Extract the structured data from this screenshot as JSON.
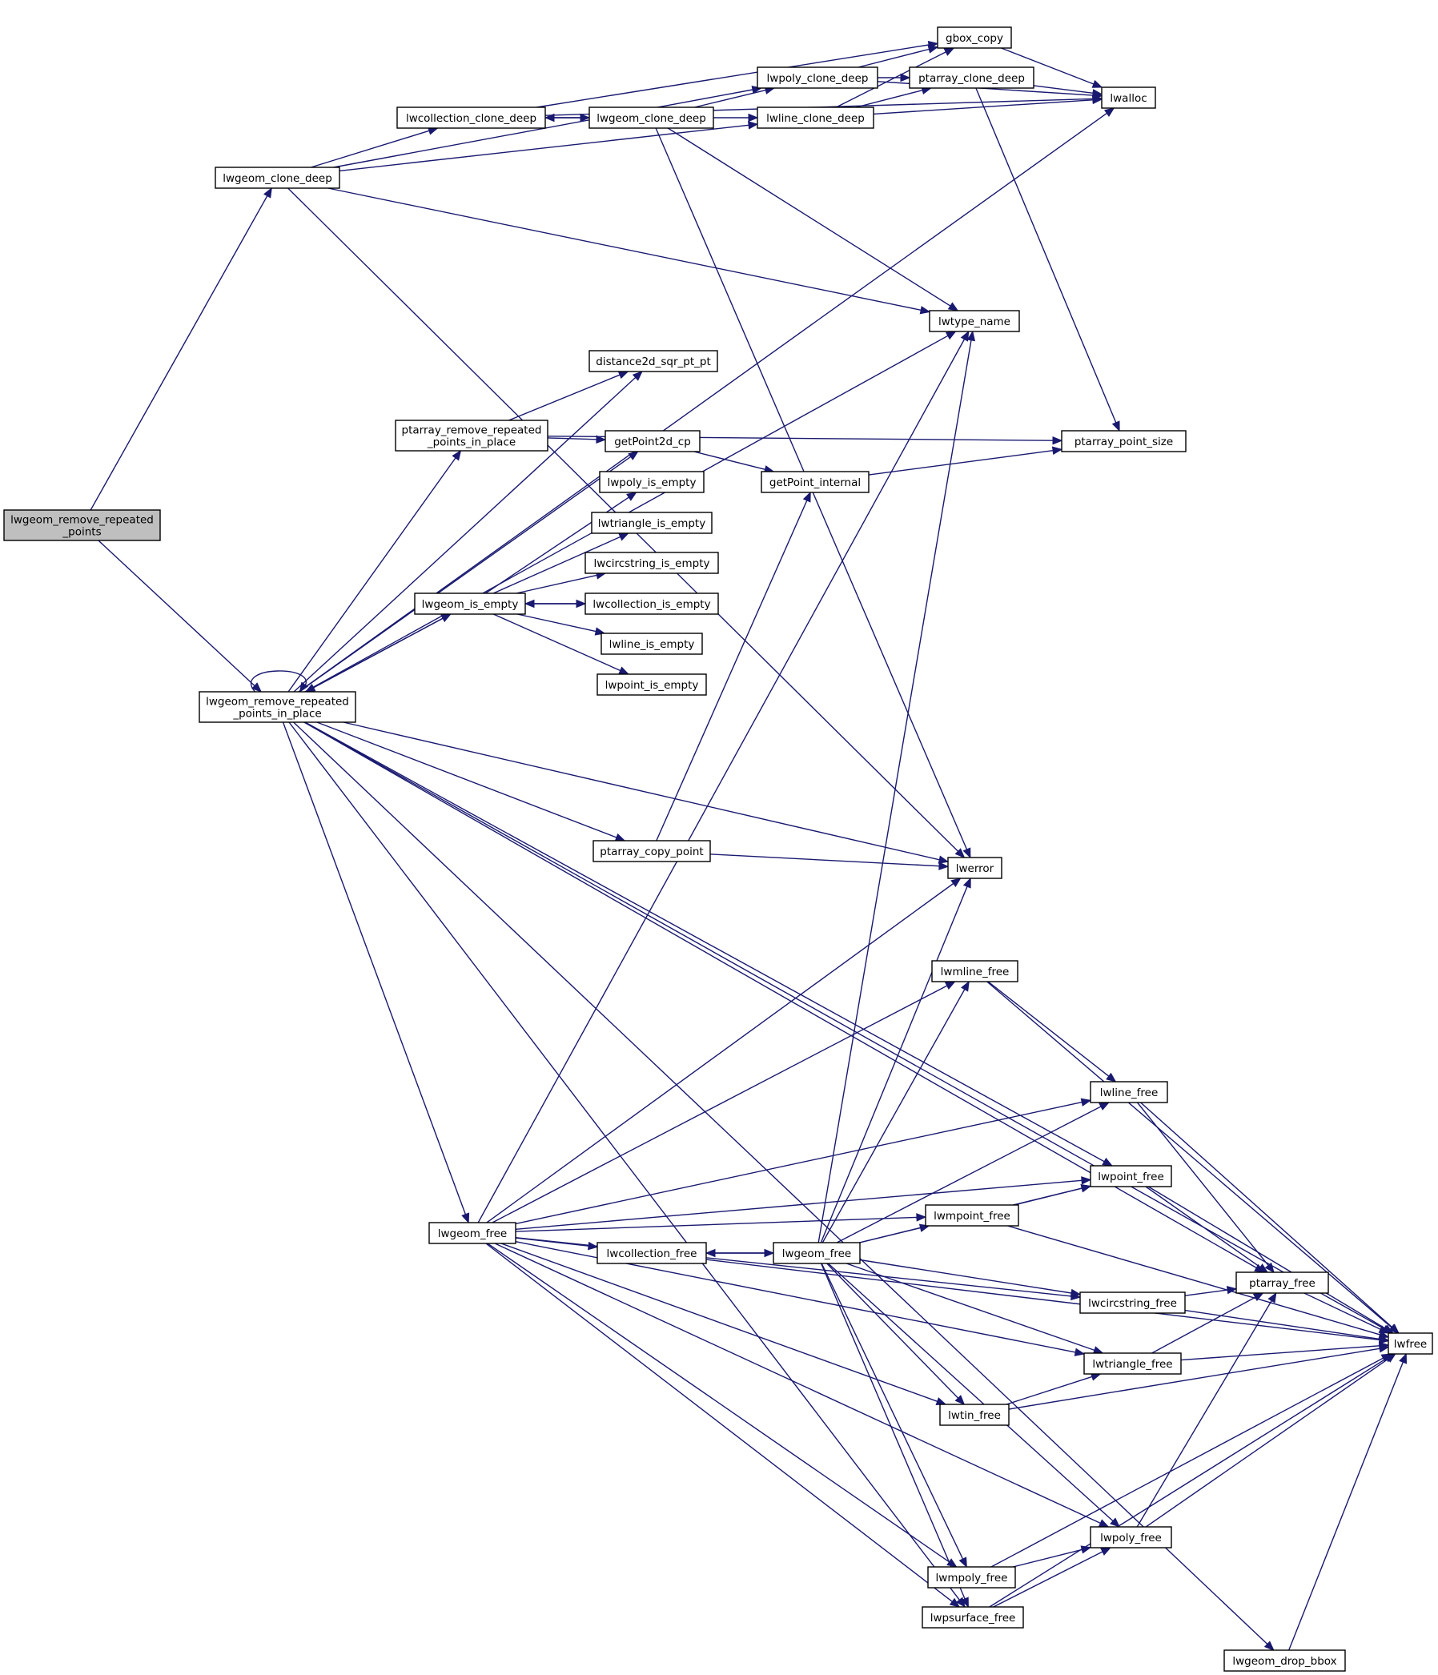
{
  "nodes": [
    {
      "id": "root",
      "lines": [
        "lwgeom_remove_repeated",
        "_points"
      ],
      "root": true
    },
    {
      "id": "clone_deep",
      "lines": [
        "lwgeom_clone_deep"
      ]
    },
    {
      "id": "rrp_in_place",
      "lines": [
        "lwgeom_remove_repeated",
        "_points_in_place"
      ]
    },
    {
      "id": "lwcoll_clone",
      "lines": [
        "lwcollection_clone_deep"
      ]
    },
    {
      "id": "lwgeom_clone2",
      "lines": [
        "lwgeom_clone_deep"
      ]
    },
    {
      "id": "lwpoly_clone",
      "lines": [
        "lwpoly_clone_deep"
      ]
    },
    {
      "id": "lwline_clone",
      "lines": [
        "lwline_clone_deep"
      ]
    },
    {
      "id": "gbox_copy",
      "lines": [
        "gbox_copy"
      ]
    },
    {
      "id": "ptarray_clone",
      "lines": [
        "ptarray_clone_deep"
      ]
    },
    {
      "id": "lwalloc",
      "lines": [
        "lwalloc"
      ]
    },
    {
      "id": "lwtype_name",
      "lines": [
        "lwtype_name"
      ]
    },
    {
      "id": "dist2d",
      "lines": [
        "distance2d_sqr_pt_pt"
      ]
    },
    {
      "id": "pa_rrp",
      "lines": [
        "ptarray_remove_repeated",
        "_points_in_place"
      ]
    },
    {
      "id": "getpt2d",
      "lines": [
        "getPoint2d_cp"
      ]
    },
    {
      "id": "pa_point_size",
      "lines": [
        "ptarray_point_size"
      ]
    },
    {
      "id": "getpt_int",
      "lines": [
        "getPoint_internal"
      ]
    },
    {
      "id": "lwpoly_empty",
      "lines": [
        "lwpoly_is_empty"
      ]
    },
    {
      "id": "lwtri_empty",
      "lines": [
        "lwtriangle_is_empty"
      ]
    },
    {
      "id": "lwcirc_empty",
      "lines": [
        "lwcircstring_is_empty"
      ]
    },
    {
      "id": "lwgeom_empty",
      "lines": [
        "lwgeom_is_empty"
      ]
    },
    {
      "id": "lwcoll_empty",
      "lines": [
        "lwcollection_is_empty"
      ]
    },
    {
      "id": "lwline_empty",
      "lines": [
        "lwline_is_empty"
      ]
    },
    {
      "id": "lwpoint_empty",
      "lines": [
        "lwpoint_is_empty"
      ]
    },
    {
      "id": "pa_copy_point",
      "lines": [
        "ptarray_copy_point"
      ]
    },
    {
      "id": "lwerror",
      "lines": [
        "lwerror"
      ]
    },
    {
      "id": "lwmline_free",
      "lines": [
        "lwmline_free"
      ]
    },
    {
      "id": "lwline_free",
      "lines": [
        "lwline_free"
      ]
    },
    {
      "id": "lwpoint_free",
      "lines": [
        "lwpoint_free"
      ]
    },
    {
      "id": "lwgeom_free1",
      "lines": [
        "lwgeom_free"
      ]
    },
    {
      "id": "lwmpoint_free",
      "lines": [
        "lwmpoint_free"
      ]
    },
    {
      "id": "lwcoll_free",
      "lines": [
        "lwcollection_free"
      ]
    },
    {
      "id": "lwgeom_free2",
      "lines": [
        "lwgeom_free"
      ]
    },
    {
      "id": "ptarray_free",
      "lines": [
        "ptarray_free"
      ]
    },
    {
      "id": "lwcirc_free",
      "lines": [
        "lwcircstring_free"
      ]
    },
    {
      "id": "lwfree",
      "lines": [
        "lwfree"
      ]
    },
    {
      "id": "lwtri_free",
      "lines": [
        "lwtriangle_free"
      ]
    },
    {
      "id": "lwtin_free",
      "lines": [
        "lwtin_free"
      ]
    },
    {
      "id": "lwpoly_free",
      "lines": [
        "lwpoly_free"
      ]
    },
    {
      "id": "lwmpoly_free",
      "lines": [
        "lwmpoly_free"
      ]
    },
    {
      "id": "lwpsurf_free",
      "lines": [
        "lwpsurface_free"
      ]
    },
    {
      "id": "drop_bbox",
      "lines": [
        "lwgeom_drop_bbox"
      ]
    }
  ],
  "edges": [
    [
      "root",
      "clone_deep"
    ],
    [
      "root",
      "rrp_in_place"
    ],
    [
      "clone_deep",
      "lwcoll_clone"
    ],
    [
      "clone_deep",
      "lwpoly_clone"
    ],
    [
      "clone_deep",
      "lwline_clone"
    ],
    [
      "clone_deep",
      "lwtype_name"
    ],
    [
      "clone_deep",
      "lwerror"
    ],
    [
      "lwcoll_clone",
      "lwgeom_clone2"
    ],
    [
      "lwcoll_clone",
      "gbox_copy"
    ],
    [
      "lwcoll_clone",
      "lwalloc"
    ],
    [
      "lwgeom_clone2",
      "lwcoll_clone"
    ],
    [
      "lwgeom_clone2",
      "lwpoly_clone"
    ],
    [
      "lwgeom_clone2",
      "lwline_clone"
    ],
    [
      "lwgeom_clone2",
      "lwtype_name"
    ],
    [
      "lwgeom_clone2",
      "lwerror"
    ],
    [
      "lwpoly_clone",
      "gbox_copy"
    ],
    [
      "lwpoly_clone",
      "ptarray_clone"
    ],
    [
      "lwpoly_clone",
      "lwalloc"
    ],
    [
      "lwline_clone",
      "gbox_copy"
    ],
    [
      "lwline_clone",
      "ptarray_clone"
    ],
    [
      "lwline_clone",
      "lwalloc"
    ],
    [
      "gbox_copy",
      "lwalloc"
    ],
    [
      "ptarray_clone",
      "lwalloc"
    ],
    [
      "ptarray_clone",
      "pa_point_size"
    ],
    [
      "rrp_in_place",
      "rrp_in_place"
    ],
    [
      "rrp_in_place",
      "lwalloc"
    ],
    [
      "rrp_in_place",
      "lwtype_name"
    ],
    [
      "rrp_in_place",
      "dist2d"
    ],
    [
      "rrp_in_place",
      "pa_rrp"
    ],
    [
      "rrp_in_place",
      "getpt2d"
    ],
    [
      "rrp_in_place",
      "lwgeom_empty"
    ],
    [
      "rrp_in_place",
      "lwfree"
    ],
    [
      "rrp_in_place",
      "pa_copy_point"
    ],
    [
      "rrp_in_place",
      "lwerror"
    ],
    [
      "rrp_in_place",
      "ptarray_free"
    ],
    [
      "rrp_in_place",
      "lwpoint_free"
    ],
    [
      "rrp_in_place",
      "lwgeom_free1"
    ],
    [
      "rrp_in_place",
      "lwpsurf_free"
    ],
    [
      "rrp_in_place",
      "drop_bbox"
    ],
    [
      "pa_rrp",
      "dist2d"
    ],
    [
      "pa_rrp",
      "getpt2d"
    ],
    [
      "pa_rrp",
      "pa_point_size"
    ],
    [
      "getpt2d",
      "getpt_int"
    ],
    [
      "getpt_int",
      "pa_point_size"
    ],
    [
      "lwgeom_empty",
      "lwpoly_empty"
    ],
    [
      "lwgeom_empty",
      "lwtri_empty"
    ],
    [
      "lwgeom_empty",
      "lwcirc_empty"
    ],
    [
      "lwgeom_empty",
      "lwcoll_empty"
    ],
    [
      "lwgeom_empty",
      "lwline_empty"
    ],
    [
      "lwgeom_empty",
      "lwpoint_empty"
    ],
    [
      "lwgeom_empty",
      "rrp_in_place"
    ],
    [
      "lwcoll_empty",
      "lwgeom_empty"
    ],
    [
      "pa_copy_point",
      "getpt_int"
    ],
    [
      "pa_copy_point",
      "lwerror"
    ],
    [
      "lwgeom_free1",
      "lwtype_name"
    ],
    [
      "lwgeom_free1",
      "lwerror"
    ],
    [
      "lwgeom_free1",
      "lwmline_free"
    ],
    [
      "lwgeom_free1",
      "lwline_free"
    ],
    [
      "lwgeom_free1",
      "lwpoint_free"
    ],
    [
      "lwgeom_free1",
      "lwmpoint_free"
    ],
    [
      "lwgeom_free1",
      "lwcoll_free"
    ],
    [
      "lwgeom_free1",
      "lwcirc_free"
    ],
    [
      "lwgeom_free1",
      "lwtri_free"
    ],
    [
      "lwgeom_free1",
      "lwtin_free"
    ],
    [
      "lwgeom_free1",
      "lwpoly_free"
    ],
    [
      "lwgeom_free1",
      "lwmpoly_free"
    ],
    [
      "lwgeom_free1",
      "lwpsurf_free"
    ],
    [
      "lwcoll_free",
      "lwgeom_free2"
    ],
    [
      "lwcoll_free",
      "lwfree"
    ],
    [
      "lwgeom_free2",
      "lwcoll_free"
    ],
    [
      "lwgeom_free2",
      "lwtype_name"
    ],
    [
      "lwgeom_free2",
      "lwerror"
    ],
    [
      "lwgeom_free2",
      "lwmline_free"
    ],
    [
      "lwgeom_free2",
      "lwline_free"
    ],
    [
      "lwgeom_free2",
      "lwpoint_free"
    ],
    [
      "lwgeom_free2",
      "lwmpoint_free"
    ],
    [
      "lwgeom_free2",
      "lwcirc_free"
    ],
    [
      "lwgeom_free2",
      "lwtri_free"
    ],
    [
      "lwgeom_free2",
      "lwtin_free"
    ],
    [
      "lwgeom_free2",
      "lwpoly_free"
    ],
    [
      "lwgeom_free2",
      "lwmpoly_free"
    ],
    [
      "lwgeom_free2",
      "lwpsurf_free"
    ],
    [
      "lwmline_free",
      "lwline_free"
    ],
    [
      "lwmline_free",
      "lwfree"
    ],
    [
      "lwline_free",
      "ptarray_free"
    ],
    [
      "lwline_free",
      "lwfree"
    ],
    [
      "lwpoint_free",
      "ptarray_free"
    ],
    [
      "lwpoint_free",
      "lwfree"
    ],
    [
      "lwmpoint_free",
      "lwpoint_free"
    ],
    [
      "lwmpoint_free",
      "lwfree"
    ],
    [
      "ptarray_free",
      "lwfree"
    ],
    [
      "lwcirc_free",
      "ptarray_free"
    ],
    [
      "lwcirc_free",
      "lwfree"
    ],
    [
      "lwtri_free",
      "ptarray_free"
    ],
    [
      "lwtri_free",
      "lwfree"
    ],
    [
      "lwtin_free",
      "lwtri_free"
    ],
    [
      "lwtin_free",
      "lwfree"
    ],
    [
      "lwpoly_free",
      "ptarray_free"
    ],
    [
      "lwpoly_free",
      "lwfree"
    ],
    [
      "lwmpoly_free",
      "lwpoly_free"
    ],
    [
      "lwmpoly_free",
      "lwfree"
    ],
    [
      "lwpsurf_free",
      "lwpoly_free"
    ],
    [
      "lwpsurf_free",
      "lwfree"
    ],
    [
      "drop_bbox",
      "lwfree"
    ]
  ],
  "colors": {
    "edge": "#191970",
    "node_border": "#000000",
    "root_fill": "#bfbfbf",
    "node_fill": "#ffffff"
  }
}
